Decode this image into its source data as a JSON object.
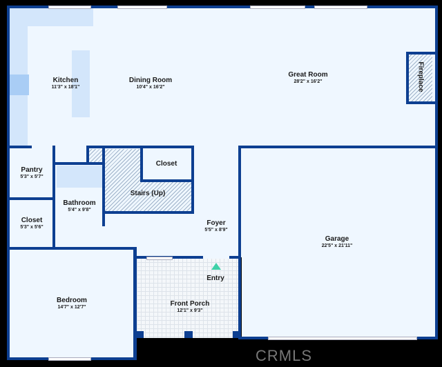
{
  "rooms": {
    "kitchen": {
      "name": "Kitchen",
      "dims": "11'3\" x 18'1\""
    },
    "dining": {
      "name": "Dining Room",
      "dims": "10'4\" x 16'2\""
    },
    "great": {
      "name": "Great Room",
      "dims": "28'2\" x 16'2\""
    },
    "fireplace": {
      "name": "Fireplace"
    },
    "pantry": {
      "name": "Pantry",
      "dims": "5'3\" x 5'7\""
    },
    "closet1": {
      "name": "Closet",
      "dims": "5'3\" x 5'6\""
    },
    "bathroom": {
      "name": "Bathroom",
      "dims": "5'4\" x 9'8\""
    },
    "closet2": {
      "name": "Closet"
    },
    "stairs": {
      "name": "Stairs (Up)"
    },
    "foyer": {
      "name": "Foyer",
      "dims": "5'5\" x 8'9\""
    },
    "garage": {
      "name": "Garage",
      "dims": "22'5\" x 21'11\""
    },
    "entry": {
      "name": "Entry"
    },
    "porch": {
      "name": "Front Porch",
      "dims": "12'1\" x 9'3\""
    },
    "bedroom": {
      "name": "Bedroom",
      "dims": "14'7\" x 12'7\""
    }
  },
  "watermark": "CRMLS",
  "colors": {
    "wall": "#0d3f91",
    "floor": "#eff7ff",
    "entry": "#3fd1a8"
  }
}
